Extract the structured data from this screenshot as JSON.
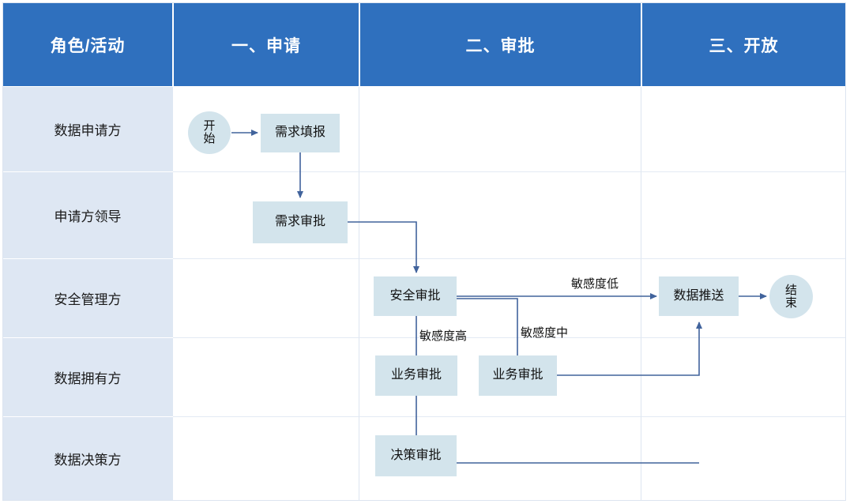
{
  "diagram": {
    "title_row_label": "角色/活动",
    "accent_header_color": "#2F70BE",
    "lane_label_color": "#DEE7F3",
    "node_fill_color": "#D3E4EC",
    "connector_color": "#41639C",
    "phases": [
      {
        "id": "phase-1",
        "label": "一、申请"
      },
      {
        "id": "phase-2",
        "label": "二、审批"
      },
      {
        "id": "phase-3",
        "label": "三、开放"
      }
    ],
    "lanes": [
      {
        "id": "lane-applicant",
        "label": "数据申请方"
      },
      {
        "id": "lane-applicant-leader",
        "label": "申请方领导"
      },
      {
        "id": "lane-security-manager",
        "label": "安全管理方"
      },
      {
        "id": "lane-data-owner",
        "label": "数据拥有方"
      },
      {
        "id": "lane-data-decision",
        "label": "数据决策方"
      }
    ],
    "nodes": [
      {
        "id": "node-start",
        "label": "开始",
        "shape": "circle",
        "lane": "数据申请方",
        "phase": "一、申请"
      },
      {
        "id": "node-demand-fill",
        "label": "需求填报",
        "shape": "rect",
        "lane": "数据申请方",
        "phase": "一、申请"
      },
      {
        "id": "node-demand-approve",
        "label": "需求审批",
        "shape": "rect",
        "lane": "申请方领导",
        "phase": "一、申请"
      },
      {
        "id": "node-security-approve",
        "label": "安全审批",
        "shape": "rect",
        "lane": "安全管理方",
        "phase": "二、审批"
      },
      {
        "id": "node-biz-approve-high",
        "label": "业务审批",
        "shape": "rect",
        "lane": "数据拥有方",
        "phase": "二、审批"
      },
      {
        "id": "node-biz-approve-mid",
        "label": "业务审批",
        "shape": "rect",
        "lane": "数据拥有方",
        "phase": "二、审批"
      },
      {
        "id": "node-decision-approve",
        "label": "决策审批",
        "shape": "rect",
        "lane": "数据决策方",
        "phase": "二、审批"
      },
      {
        "id": "node-data-push",
        "label": "数据推送",
        "shape": "rect",
        "lane": "安全管理方",
        "phase": "三、开放"
      },
      {
        "id": "node-end",
        "label": "结束",
        "shape": "circle",
        "lane": "安全管理方",
        "phase": "三、开放"
      }
    ],
    "edge_labels": [
      {
        "id": "edge-label-low",
        "label": "敏感度低"
      },
      {
        "id": "edge-label-high",
        "label": "敏感度高"
      },
      {
        "id": "edge-label-mid",
        "label": "敏感度中"
      }
    ]
  }
}
